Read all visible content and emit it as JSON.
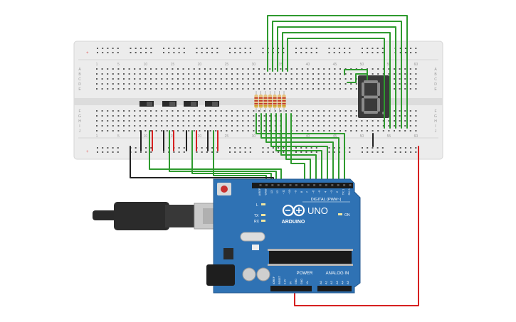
{
  "breadboard": {
    "column_numbers": [
      "1",
      "5",
      "10",
      "15",
      "20",
      "25",
      "30",
      "35",
      "40",
      "45",
      "50",
      "55",
      "60"
    ],
    "row_letters_top": [
      "A",
      "B",
      "C",
      "D",
      "E"
    ],
    "row_letters_bottom": [
      "F",
      "G",
      "H",
      "I",
      "J"
    ],
    "rail_plus": "+",
    "rail_minus": "-"
  },
  "arduino": {
    "brand": "ARDUINO",
    "model": "UNO",
    "digital_header_label": "DIGITAL (PWM~)",
    "power_label": "POWER",
    "analog_label": "ANALOG IN",
    "on_label": "ON",
    "led_l": "L",
    "led_tx": "TX",
    "led_rx": "RX",
    "digital_pins": [
      "AREF",
      "GND",
      "13",
      "12",
      "~11",
      "~10",
      "~9",
      "8",
      "7",
      "~6",
      "~5",
      "4",
      "~3",
      "2",
      "TX 1",
      "RX 0"
    ],
    "power_pins": [
      "IOREF",
      "RESET",
      "3.3V",
      "5V",
      "GND",
      "GND",
      "Vin"
    ],
    "analog_pins": [
      "A0",
      "A1",
      "A2",
      "A3",
      "A4",
      "A5"
    ]
  },
  "display": {
    "digit": "8",
    "segment_color": "#8a8a8a",
    "body_color": "#3a3a3a"
  },
  "colors": {
    "board_blue": "#2f72b4",
    "wire_green": "#2e9a2e",
    "wire_red": "#d62020",
    "wire_black": "#222222",
    "breadboard": "#e9e9e9"
  }
}
